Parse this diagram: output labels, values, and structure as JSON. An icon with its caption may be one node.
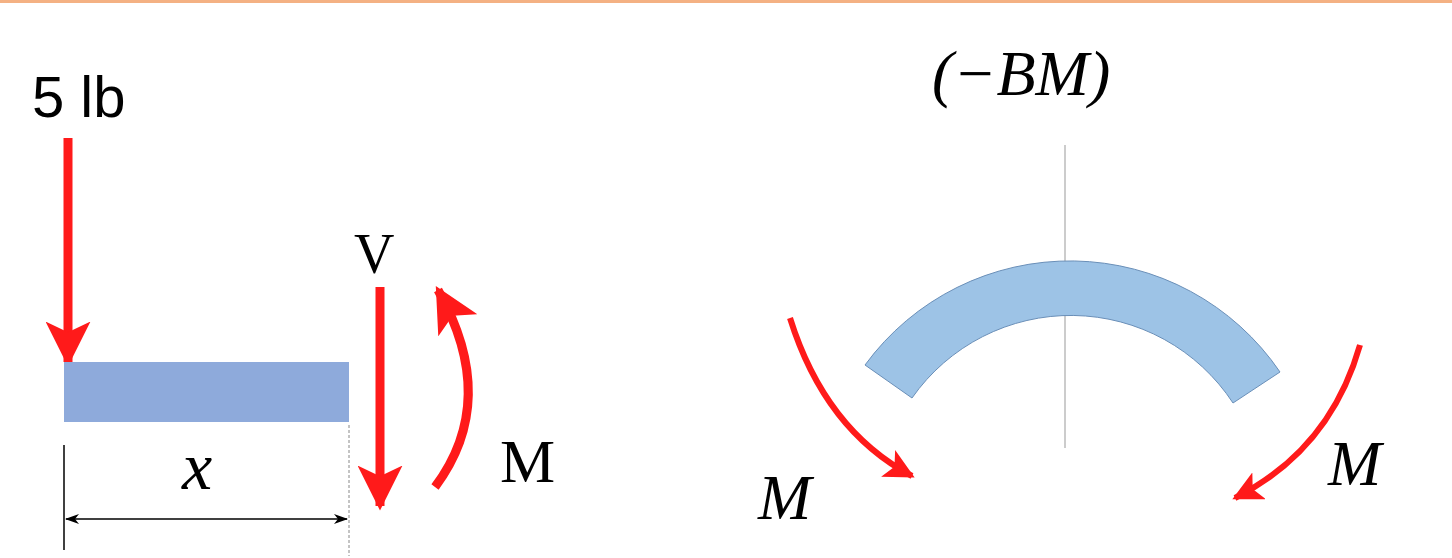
{
  "diagram": {
    "labels": [
      "5 lb",
      "V",
      "M",
      "x",
      "(−BM)",
      "M",
      "M"
    ]
  }
}
